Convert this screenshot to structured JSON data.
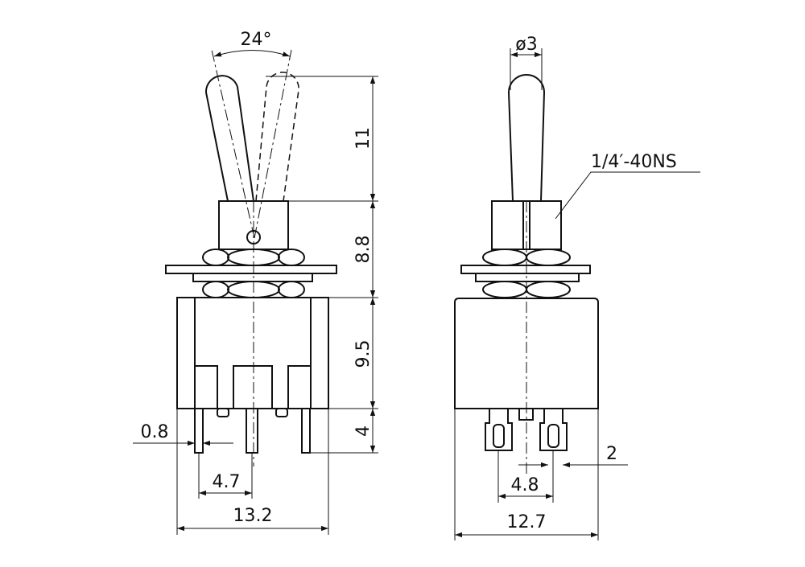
{
  "front_view": {
    "dims": {
      "angle": "24°",
      "lever_length": "11",
      "bushing_height": "8.8",
      "body_height": "9.5",
      "terminal_length": "4",
      "terminal_width": "0.8",
      "terminal_pitch": "4.7",
      "body_width": "13.2"
    }
  },
  "side_view": {
    "dims": {
      "lever_diameter": "ø3",
      "thread": "1/4′-40NS",
      "terminal_gap": "2",
      "terminal_pitch": "4.8",
      "body_width": "12.7"
    }
  }
}
